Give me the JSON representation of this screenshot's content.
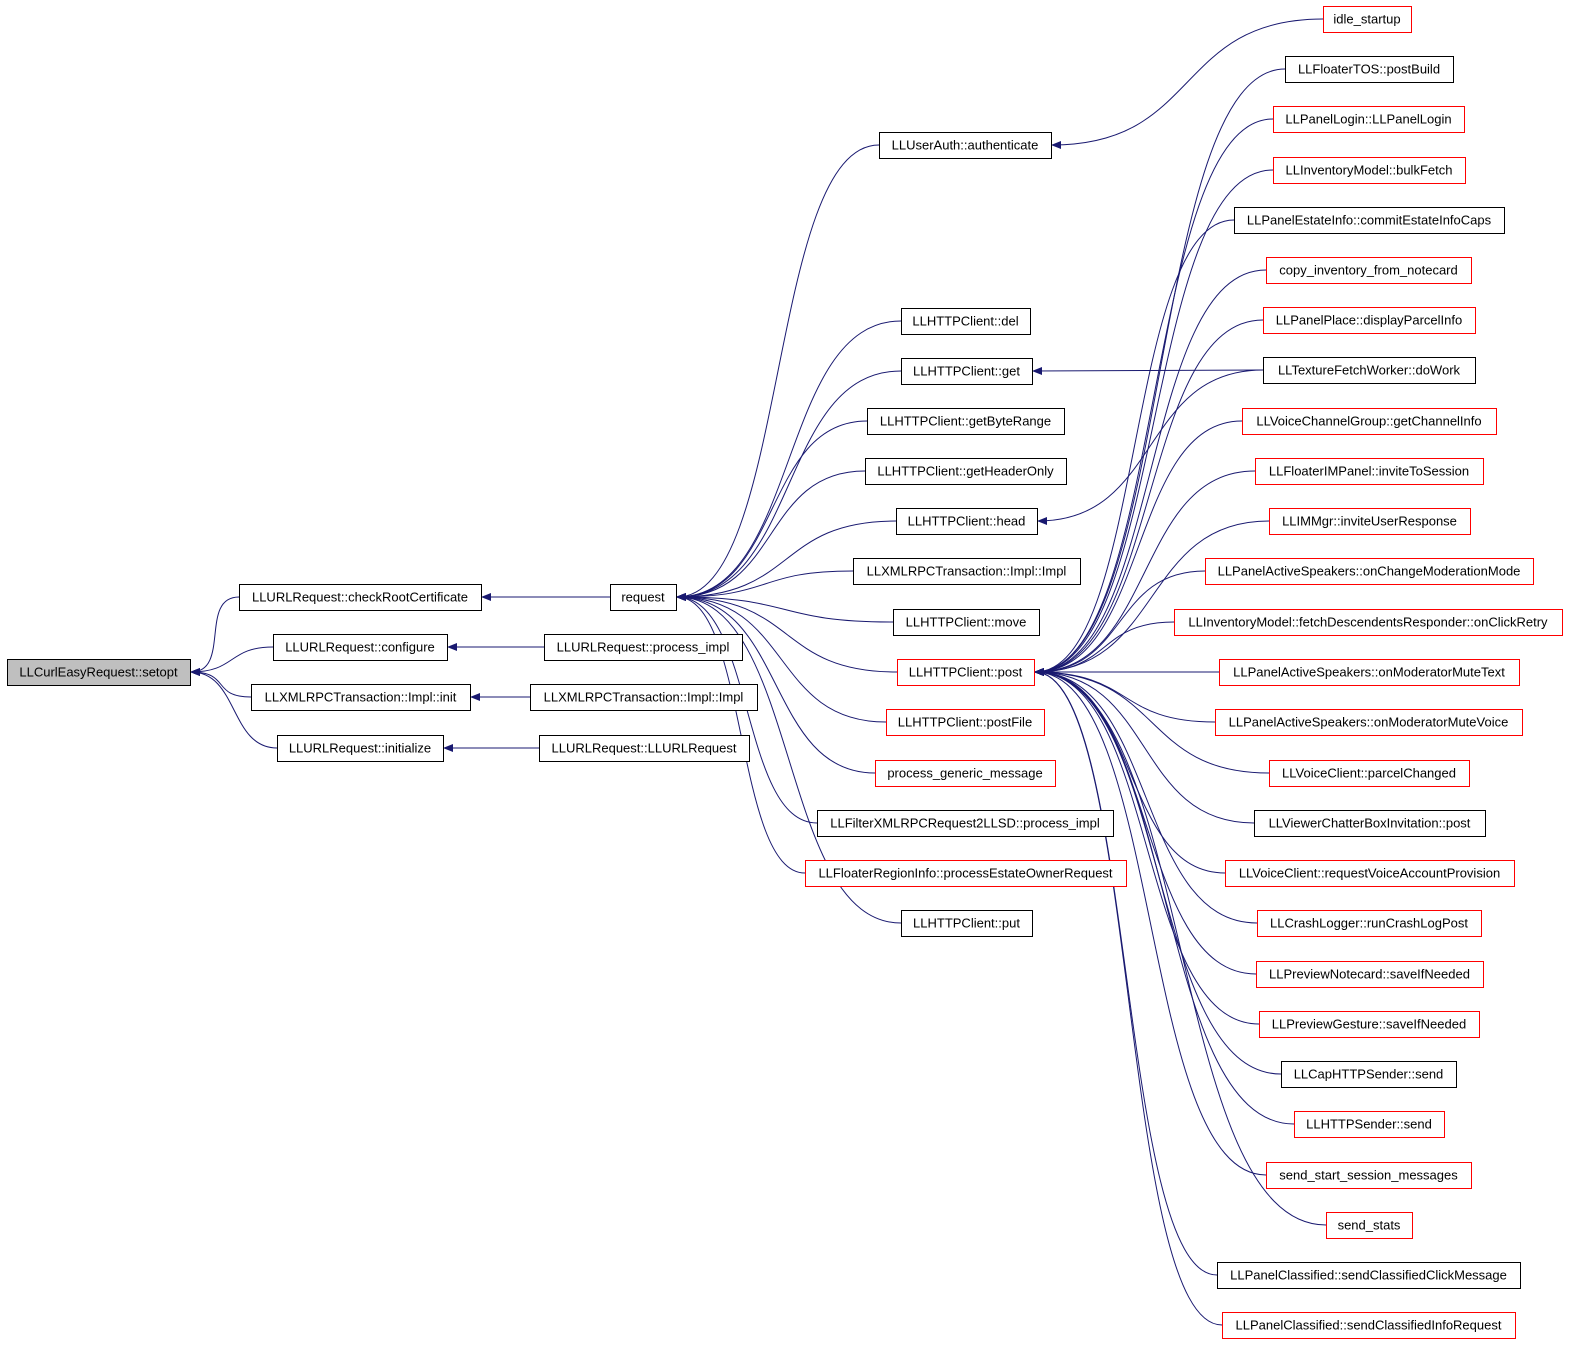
{
  "graph": {
    "title": "",
    "edge_color": "#191970",
    "nodes": {
      "setopt": {
        "label": "LLCurlEasyRequest::setopt",
        "style": "root"
      },
      "checkRootCert": {
        "label": "LLURLRequest::checkRootCertificate",
        "style": "black"
      },
      "configure": {
        "label": "LLURLRequest::configure",
        "style": "black"
      },
      "xmlInit": {
        "label": "LLXMLRPCTransaction::Impl::init",
        "style": "black"
      },
      "initialize": {
        "label": "LLURLRequest::initialize",
        "style": "black"
      },
      "request": {
        "label": "request",
        "style": "black"
      },
      "processImpl": {
        "label": "LLURLRequest::process_impl",
        "style": "black"
      },
      "xmlImpl1": {
        "label": "LLXMLRPCTransaction::Impl::Impl",
        "style": "black"
      },
      "llurlRequest": {
        "label": "LLURLRequest::LLURLRequest",
        "style": "black"
      },
      "authenticate": {
        "label": "LLUserAuth::authenticate",
        "style": "black"
      },
      "del": {
        "label": "LLHTTPClient::del",
        "style": "black"
      },
      "get": {
        "label": "LLHTTPClient::get",
        "style": "black"
      },
      "getByteRange": {
        "label": "LLHTTPClient::getByteRange",
        "style": "black"
      },
      "getHeaderOnly": {
        "label": "LLHTTPClient::getHeaderOnly",
        "style": "black"
      },
      "head": {
        "label": "LLHTTPClient::head",
        "style": "black"
      },
      "xmlImpl2": {
        "label": "LLXMLRPCTransaction::Impl::Impl",
        "style": "black"
      },
      "move": {
        "label": "LLHTTPClient::move",
        "style": "black"
      },
      "post": {
        "label": "LLHTTPClient::post",
        "style": "red"
      },
      "postFile": {
        "label": "LLHTTPClient::postFile",
        "style": "red"
      },
      "processGeneric": {
        "label": "process_generic_message",
        "style": "red"
      },
      "filterXml": {
        "label": "LLFilterXMLRPCRequest2LLSD::process_impl",
        "style": "black"
      },
      "floaterRegion": {
        "label": "LLFloaterRegionInfo::processEstateOwnerRequest",
        "style": "red"
      },
      "put": {
        "label": "LLHTTPClient::put",
        "style": "black"
      },
      "idleStartup": {
        "label": "idle_startup",
        "style": "red"
      },
      "floaterTOS": {
        "label": "LLFloaterTOS::postBuild",
        "style": "black"
      },
      "panelLogin": {
        "label": "LLPanelLogin::LLPanelLogin",
        "style": "red"
      },
      "bulkFetch": {
        "label": "LLInventoryModel::bulkFetch",
        "style": "red"
      },
      "commitEstate": {
        "label": "LLPanelEstateInfo::commitEstateInfoCaps",
        "style": "black"
      },
      "copyInv": {
        "label": "copy_inventory_from_notecard",
        "style": "red"
      },
      "displayParcel": {
        "label": "LLPanelPlace::displayParcelInfo",
        "style": "red"
      },
      "doWork": {
        "label": "LLTextureFetchWorker::doWork",
        "style": "black"
      },
      "getChannelInfo": {
        "label": "LLVoiceChannelGroup::getChannelInfo",
        "style": "red"
      },
      "inviteToSession": {
        "label": "LLFloaterIMPanel::inviteToSession",
        "style": "red"
      },
      "inviteUserResponse": {
        "label": "LLIMMgr::inviteUserResponse",
        "style": "red"
      },
      "onChangeModeration": {
        "label": "LLPanelActiveSpeakers::onChangeModerationMode",
        "style": "red"
      },
      "onClickRetry": {
        "label": "LLInventoryModel::fetchDescendentsResponder::onClickRetry",
        "style": "red"
      },
      "muteText": {
        "label": "LLPanelActiveSpeakers::onModeratorMuteText",
        "style": "red"
      },
      "muteVoice": {
        "label": "LLPanelActiveSpeakers::onModeratorMuteVoice",
        "style": "red"
      },
      "parcelChanged": {
        "label": "LLVoiceClient::parcelChanged",
        "style": "red"
      },
      "chatterPost": {
        "label": "LLViewerChatterBoxInvitation::post",
        "style": "black"
      },
      "voiceAccount": {
        "label": "LLVoiceClient::requestVoiceAccountProvision",
        "style": "red"
      },
      "crashLog": {
        "label": "LLCrashLogger::runCrashLogPost",
        "style": "red"
      },
      "notecardSave": {
        "label": "LLPreviewNotecard::saveIfNeeded",
        "style": "red"
      },
      "gestureSave": {
        "label": "LLPreviewGesture::saveIfNeeded",
        "style": "red"
      },
      "capSend": {
        "label": "LLCapHTTPSender::send",
        "style": "black"
      },
      "httpSend": {
        "label": "LLHTTPSender::send",
        "style": "red"
      },
      "startSession": {
        "label": "send_start_session_messages",
        "style": "red"
      },
      "sendStats": {
        "label": "send_stats",
        "style": "red"
      },
      "clickMessage": {
        "label": "LLPanelClassified::sendClassifiedClickMessage",
        "style": "black"
      },
      "infoRequest": {
        "label": "LLPanelClassified::sendClassifiedInfoRequest",
        "style": "red"
      }
    },
    "edges": [
      [
        "checkRootCert",
        "setopt"
      ],
      [
        "configure",
        "setopt"
      ],
      [
        "xmlInit",
        "setopt"
      ],
      [
        "initialize",
        "setopt"
      ],
      [
        "request",
        "checkRootCert"
      ],
      [
        "processImpl",
        "configure"
      ],
      [
        "xmlImpl1",
        "xmlInit"
      ],
      [
        "llurlRequest",
        "initialize"
      ],
      [
        "authenticate",
        "request"
      ],
      [
        "del",
        "request"
      ],
      [
        "get",
        "request"
      ],
      [
        "getByteRange",
        "request"
      ],
      [
        "getHeaderOnly",
        "request"
      ],
      [
        "head",
        "request"
      ],
      [
        "xmlImpl2",
        "request"
      ],
      [
        "move",
        "request"
      ],
      [
        "post",
        "request"
      ],
      [
        "postFile",
        "request"
      ],
      [
        "processGeneric",
        "request"
      ],
      [
        "filterXml",
        "request"
      ],
      [
        "floaterRegion",
        "request"
      ],
      [
        "put",
        "request"
      ],
      [
        "idleStartup",
        "authenticate"
      ],
      [
        "doWork",
        "get"
      ],
      [
        "doWork",
        "head"
      ],
      [
        "floaterTOS",
        "post"
      ],
      [
        "panelLogin",
        "post"
      ],
      [
        "bulkFetch",
        "post"
      ],
      [
        "commitEstate",
        "post"
      ],
      [
        "copyInv",
        "post"
      ],
      [
        "displayParcel",
        "post"
      ],
      [
        "getChannelInfo",
        "post"
      ],
      [
        "inviteToSession",
        "post"
      ],
      [
        "inviteUserResponse",
        "post"
      ],
      [
        "onChangeModeration",
        "post"
      ],
      [
        "onClickRetry",
        "post"
      ],
      [
        "muteText",
        "post"
      ],
      [
        "muteVoice",
        "post"
      ],
      [
        "parcelChanged",
        "post"
      ],
      [
        "chatterPost",
        "post"
      ],
      [
        "voiceAccount",
        "post"
      ],
      [
        "crashLog",
        "post"
      ],
      [
        "notecardSave",
        "post"
      ],
      [
        "gestureSave",
        "post"
      ],
      [
        "capSend",
        "post"
      ],
      [
        "httpSend",
        "post"
      ],
      [
        "startSession",
        "post"
      ],
      [
        "sendStats",
        "post"
      ],
      [
        "clickMessage",
        "post"
      ],
      [
        "infoRequest",
        "post"
      ]
    ]
  }
}
